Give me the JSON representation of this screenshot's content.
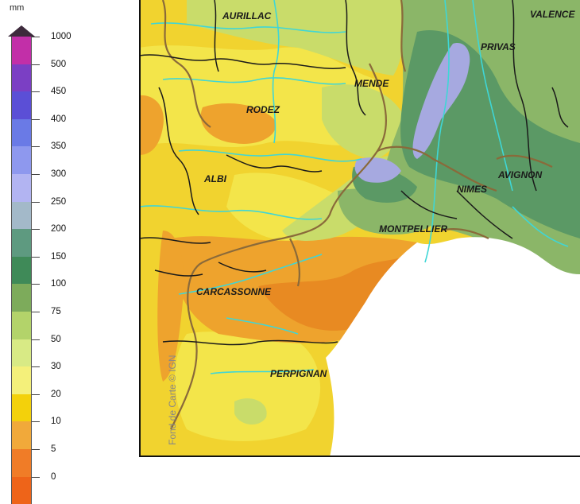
{
  "legend": {
    "unit": "mm",
    "labels": [
      "1000",
      "500",
      "450",
      "400",
      "350",
      "300",
      "250",
      "200",
      "150",
      "100",
      "75",
      "50",
      "30",
      "20",
      "10",
      "5",
      "0"
    ],
    "colors": [
      "#c22fa8",
      "#7b3fc4",
      "#5b4fd6",
      "#6a7ae6",
      "#8e98ee",
      "#b2b4f2",
      "#a3b9c9",
      "#5e9a80",
      "#3f8a58",
      "#7dab5b",
      "#b3d36a",
      "#d8ea85",
      "#f4f07a",
      "#f3d10b",
      "#f1a93a",
      "#f07c27",
      "#ee6419"
    ]
  },
  "map": {
    "cities": [
      "AURILLAC",
      "VALENCE",
      "PRIVAS",
      "MENDE",
      "RODEZ",
      "AVIGNON",
      "ALBI",
      "NIMES",
      "MONTPELLIER",
      "CARCASSONNE",
      "PERPIGNAN"
    ],
    "credit": "Fond de Carte © IGN",
    "colors": {
      "sea": "#ffffff",
      "base": "#f1d32f",
      "yellow": "#f3e54a",
      "orange": "#eea32d",
      "dark_orange": "#e88a22",
      "lime": "#c9dc6a",
      "green": "#8bb668",
      "dark_green": "#5b9965",
      "lavender": "#a6a9e0",
      "river": "#3fd6d6",
      "border_regional": "#8a6a3a",
      "border_dept": "#1a1a1a"
    }
  }
}
